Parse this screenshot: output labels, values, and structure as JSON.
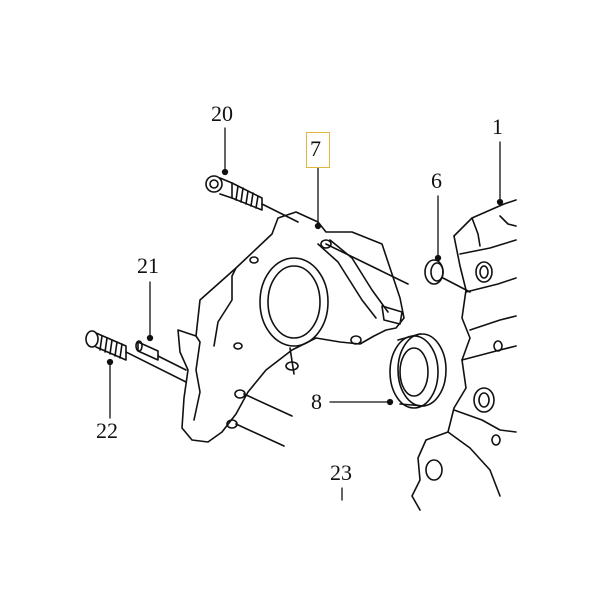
{
  "diagram": {
    "callouts": [
      {
        "id": "part-1",
        "label": "1"
      },
      {
        "id": "part-6",
        "label": "6"
      },
      {
        "id": "part-7",
        "label": "7"
      },
      {
        "id": "part-8",
        "label": "8"
      },
      {
        "id": "part-20",
        "label": "20"
      },
      {
        "id": "part-21",
        "label": "21"
      },
      {
        "id": "part-22",
        "label": "22"
      },
      {
        "id": "part-23",
        "label": "23"
      }
    ],
    "highlighted_callout": "7",
    "colors": {
      "line": "#111111",
      "highlight": "#e0b640",
      "background": "#ffffff"
    }
  }
}
